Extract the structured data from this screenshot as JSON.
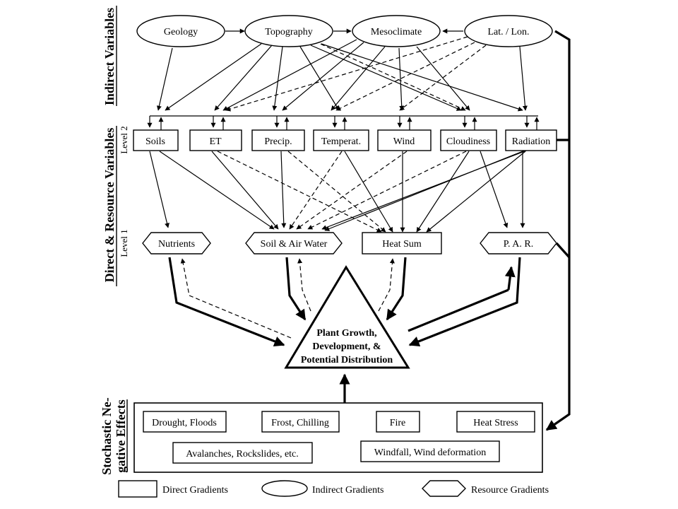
{
  "sections": {
    "indirect": "Indirect Variables",
    "direct": "Direct & Resource Variables",
    "level2": "Level 2",
    "level1": "Level 1",
    "stochastic_line1": "Stochastic Ne-",
    "stochastic_line2": "gative Effects"
  },
  "indirect_nodes": {
    "geology": "Geology",
    "topography": "Topography",
    "mesoclimate": "Mesoclimate",
    "latlon": "Lat. / Lon."
  },
  "level2_nodes": {
    "soils": "Soils",
    "et": "ET",
    "precip": "Precip.",
    "temperat": "Temperat.",
    "wind": "Wind",
    "cloudiness": "Cloudiness",
    "radiation": "Radiation"
  },
  "level1_nodes": {
    "nutrients": "Nutrients",
    "soil_air_water": "Soil & Air Water",
    "heat_sum": "Heat Sum",
    "par": "P. A. R."
  },
  "plant": {
    "line1": "Plant Growth,",
    "line2": "Development, &",
    "line3": "Potential Distribution"
  },
  "stochastic_nodes": {
    "drought": "Drought, Floods",
    "frost": "Frost, Chilling",
    "fire": "Fire",
    "heat_stress": "Heat Stress",
    "avalanches": "Avalanches, Rockslides, etc.",
    "windfall": "Windfall, Wind deformation"
  },
  "legend": {
    "direct": "Direct Gradients",
    "indirect": "Indirect Gradients",
    "resource": "Resource Gradients"
  }
}
